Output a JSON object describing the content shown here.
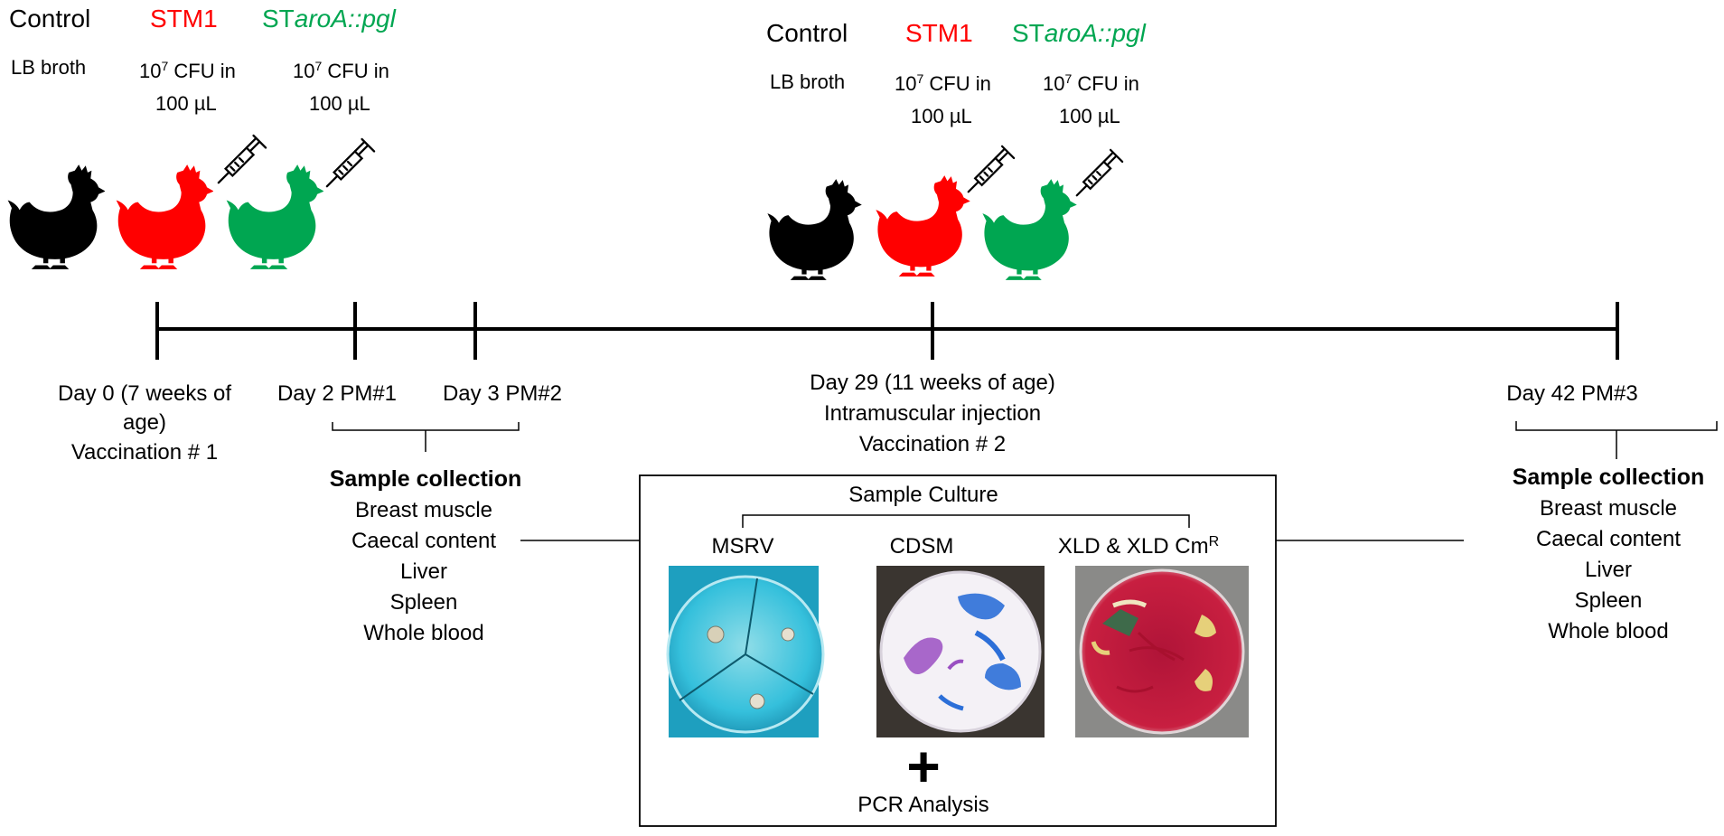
{
  "groups_vaccination_1": {
    "control": {
      "name": "Control",
      "dose": "LB broth"
    },
    "stm1": {
      "name": "STM1",
      "dose_line1_base": "10",
      "dose_line1_exp": "7",
      "dose_line1_rest": " CFU in",
      "dose_line2": "100 µL"
    },
    "aroa": {
      "name_prefix": "ST",
      "name_italic": "aroA::pgl",
      "dose_line1_base": "10",
      "dose_line1_exp": "7",
      "dose_line1_rest": " CFU in",
      "dose_line2": "100 µL"
    }
  },
  "groups_vaccination_2": {
    "control": {
      "name": "Control",
      "dose": "LB broth"
    },
    "stm1": {
      "name": "STM1",
      "dose_line1_base": "10",
      "dose_line1_exp": "7",
      "dose_line1_rest": " CFU in",
      "dose_line2": "100 µL"
    },
    "aroa": {
      "name_prefix": "ST",
      "name_italic": "aroA::pgl",
      "dose_line1_base": "10",
      "dose_line1_exp": "7",
      "dose_line1_rest": " CFU in",
      "dose_line2": "100 µL"
    }
  },
  "timeline": {
    "day0": {
      "line1": "Day 0 (7 weeks of",
      "line2": "age)",
      "line3": "Vaccination # 1"
    },
    "day2": {
      "label": "Day 2 PM#1"
    },
    "day3": {
      "label": "Day 3 PM#2"
    },
    "day29": {
      "line1": "Day 29 (11 weeks of age)",
      "line2": "Intramuscular injection",
      "line3": "Vaccination # 2"
    },
    "day42": {
      "label": "Day 42 PM#3"
    }
  },
  "sample_collection_left": {
    "title": "Sample collection",
    "items": [
      "Breast muscle",
      "Caecal content",
      "Liver",
      "Spleen",
      "Whole blood"
    ]
  },
  "sample_collection_right": {
    "title": "Sample collection",
    "items": [
      "Breast muscle",
      "Caecal content",
      "Liver",
      "Spleen",
      "Whole blood"
    ]
  },
  "culture_box": {
    "title": "Sample Culture",
    "media": [
      {
        "label": "MSRV"
      },
      {
        "label": "CDSM"
      },
      {
        "label_base": "XLD & XLD Cm",
        "label_sup": "R"
      }
    ],
    "plus": "+",
    "pcr": "PCR Analysis"
  },
  "colors": {
    "control": "#000000",
    "stm1": "#ff0000",
    "aroa": "#00a651",
    "msrv_plate": "#35c0dc",
    "cdsm_plate": "#f4f1f6",
    "xld_plate": "#c0183a"
  }
}
